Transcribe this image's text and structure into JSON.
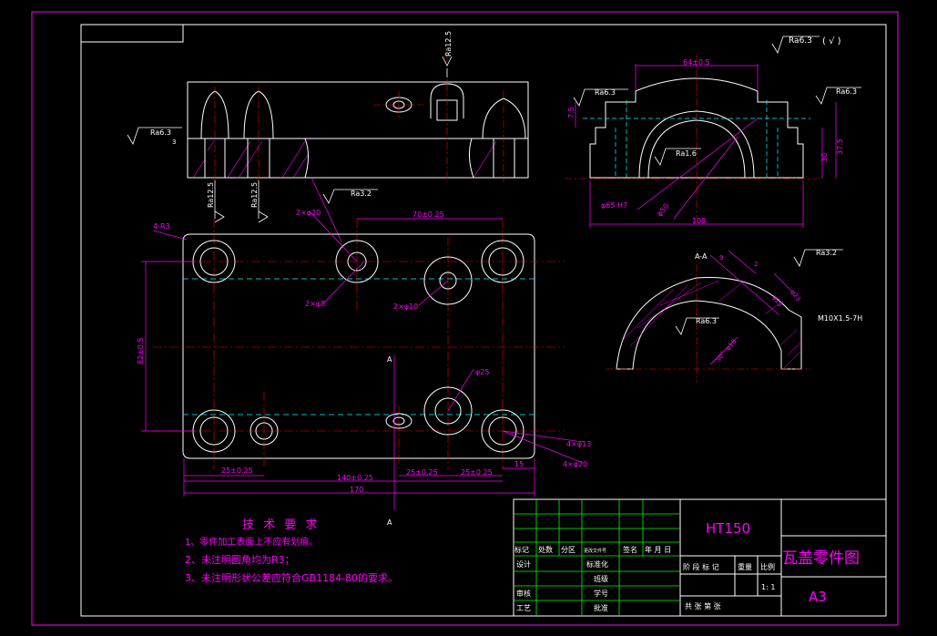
{
  "title_block": {
    "material": "HT150",
    "part_name": "瓦盖零件图",
    "sheet_size": "A3",
    "scale": "1: 1",
    "header_cells": [
      "标记",
      "处数",
      "分区",
      "更改文件号",
      "签名",
      "年 月 日"
    ],
    "left_labels": [
      "设计",
      "审核",
      "工艺"
    ],
    "mid_labels": [
      "标准化",
      "班级",
      "学号",
      "批准"
    ],
    "stage_labels": [
      "阶 段 标 记",
      "重量",
      "比例"
    ],
    "sheet_count": "共    张  第    张"
  },
  "tech_requirements": {
    "heading": "技 术 要 求",
    "items": [
      "1、零件加工表面上不应有划痕。",
      "2、未注明圆角均为R3；",
      "3、未注明形状公差应符合GB1184-80的要求。"
    ]
  },
  "roughness": {
    "general": "Ra6.3",
    "general_suffix": "(  √  )",
    "top_ra125": "Ra12.5",
    "left_ra63": "Ra6.3",
    "hole_ra125_a": "Ra12.5",
    "hole_ra125_b": "Ra12.5",
    "mid_ra32": "Ra3.2",
    "side_left": "Ra6.3",
    "side_right": "Ra6.3",
    "bore_ra16": "Ra1.6",
    "section_ra32": "Ra3.2",
    "section_ra63": "Ra6.3"
  },
  "dimensions": {
    "corner_r": "4-R3",
    "dia20_pair": "2×φ20",
    "dist70": "70±0.25",
    "dia8": "2×φ8",
    "dia10": "2×φ10",
    "height82": "82±0.5",
    "dia25": "φ25",
    "dia13": "4×φ13",
    "dia20b": "4×φ20",
    "d25a": "25±0.25",
    "d140": "140±0.25",
    "d25b": "25±0.25",
    "d25c": "25±0.25",
    "d15": "15",
    "d170": "170",
    "w64": "64±0.5",
    "h75": "7.5",
    "h375": "37.5",
    "h30": "30",
    "bore": "φ65 H7",
    "r50": "φ50",
    "w108": "108",
    "thread": "M10X1.5-7H",
    "sec_dims": [
      "9",
      "2",
      "φ23",
      "φ13",
      "30°",
      "φ18"
    ]
  },
  "section_labels": {
    "view_aa": "A-A",
    "cut_top": "A",
    "cut_bottom": "A"
  }
}
